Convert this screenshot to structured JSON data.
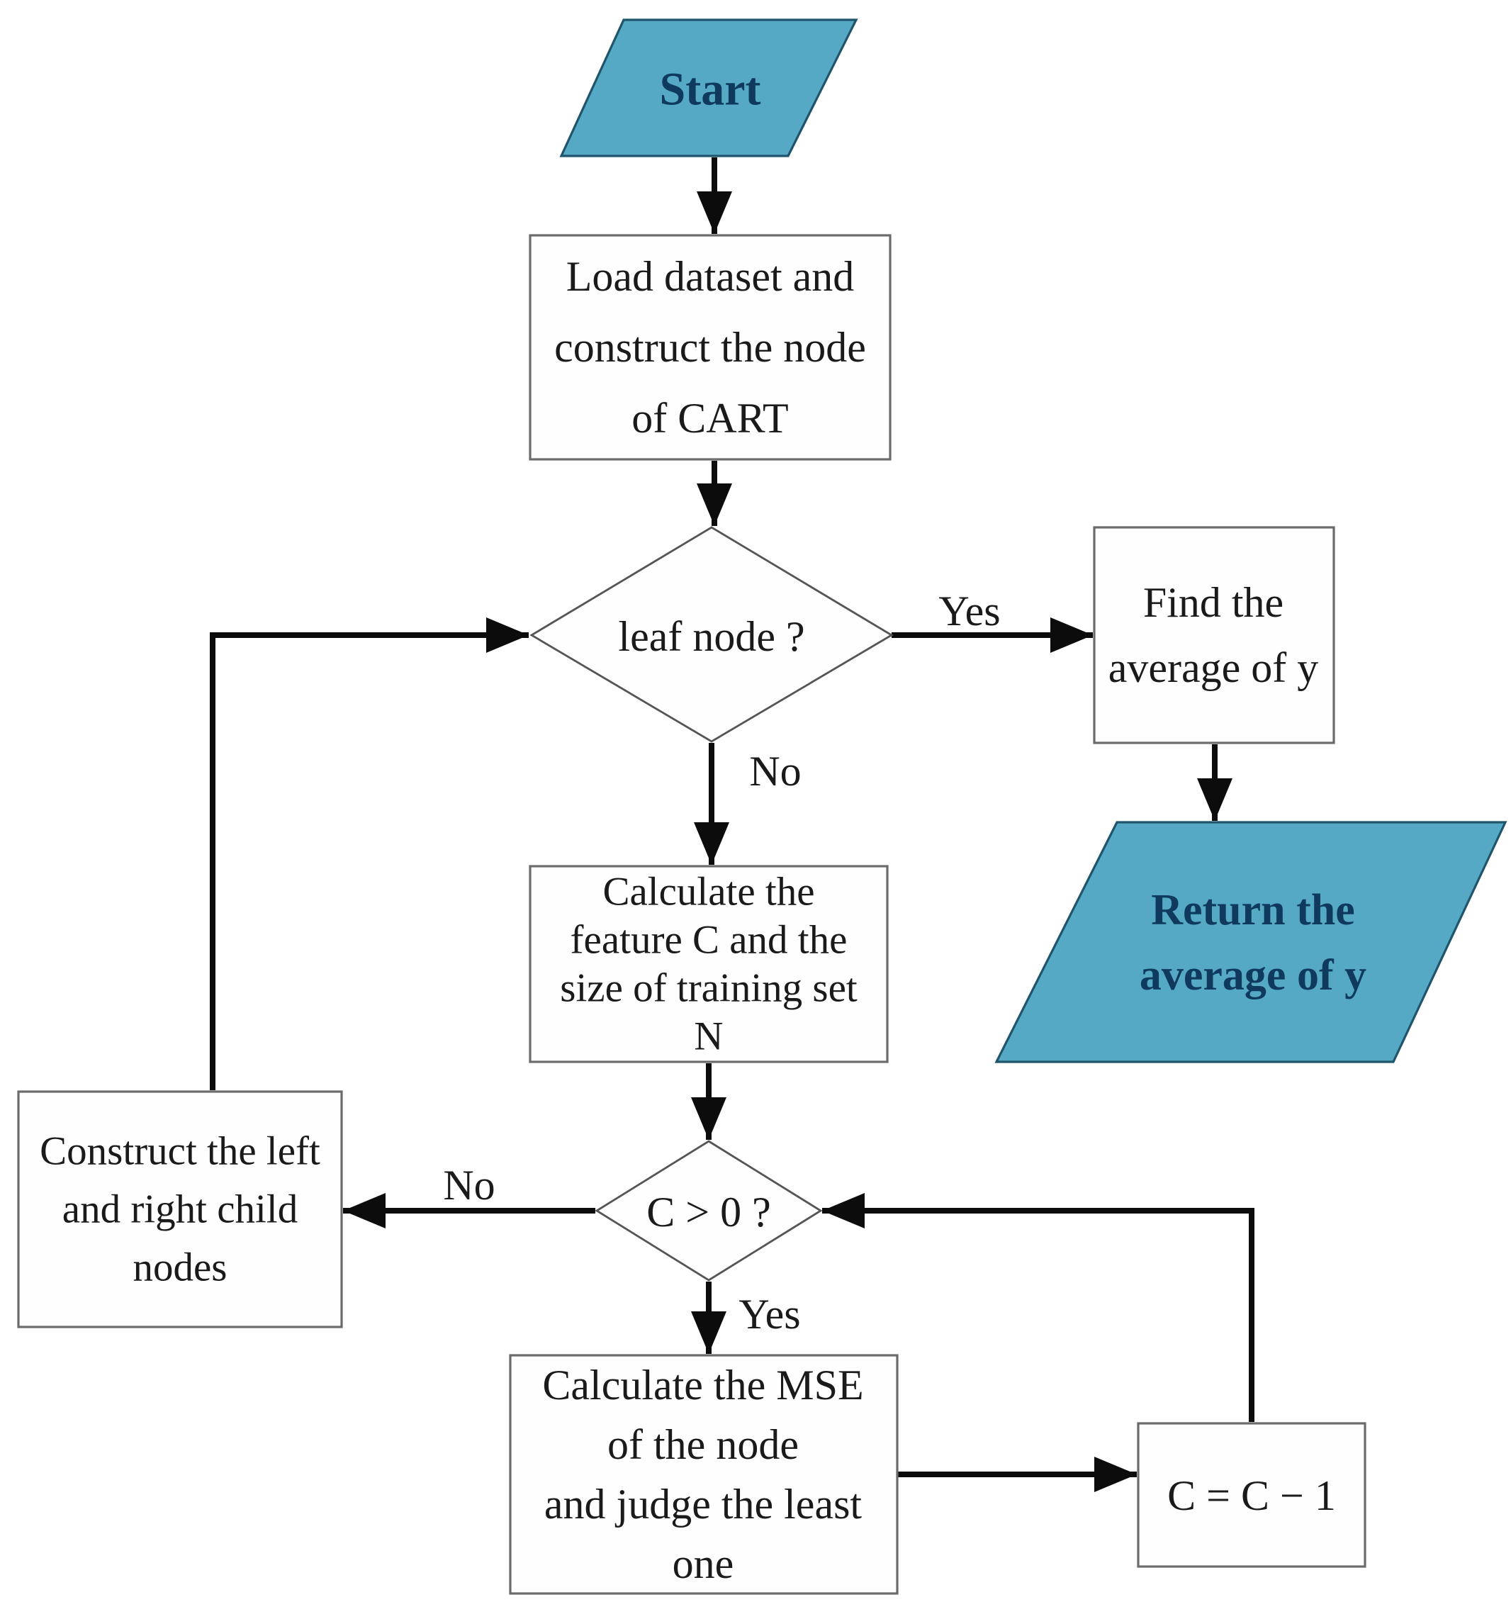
{
  "figure": {
    "type": "flowchart",
    "description": "CART regression tree node construction flowchart"
  },
  "colors": {
    "teal_fill": "#55a9c4",
    "teal_border": "#20546a",
    "teal_text": "#0f3a5e",
    "box_fill": "#fefefe",
    "box_border": "#6b6b6b",
    "decision_border": "#555555",
    "connector": "#0c0c0c",
    "text": "#1a1a1a",
    "background": "#ffffff"
  },
  "nodes": {
    "start": {
      "shape": "parallelogram",
      "label": "Start"
    },
    "load": {
      "shape": "process",
      "lines": [
        "Load dataset and",
        "construct the node",
        "of CART"
      ]
    },
    "leaf_decision": {
      "shape": "decision",
      "label": "leaf node ?"
    },
    "find_average": {
      "shape": "process",
      "lines": [
        "Find the",
        "average of y"
      ]
    },
    "return_average": {
      "shape": "parallelogram",
      "lines": [
        "Return the",
        "average of y"
      ]
    },
    "calc_feature": {
      "shape": "process",
      "lines": [
        "Calculate the",
        "feature C and the",
        "size of training set",
        "N"
      ]
    },
    "c_decision": {
      "shape": "decision",
      "label": "C > 0 ?"
    },
    "construct_children": {
      "shape": "process",
      "lines": [
        "Construct the left",
        "and right child",
        "nodes"
      ]
    },
    "calc_mse": {
      "shape": "process",
      "lines": [
        "Calculate the MSE",
        "of the node",
        "and judge the least",
        "one"
      ]
    },
    "decrement": {
      "shape": "process",
      "label": "C = C − 1"
    }
  },
  "edge_labels": {
    "leaf_yes": "Yes",
    "leaf_no": "No",
    "c_no": "No",
    "c_yes": "Yes"
  }
}
